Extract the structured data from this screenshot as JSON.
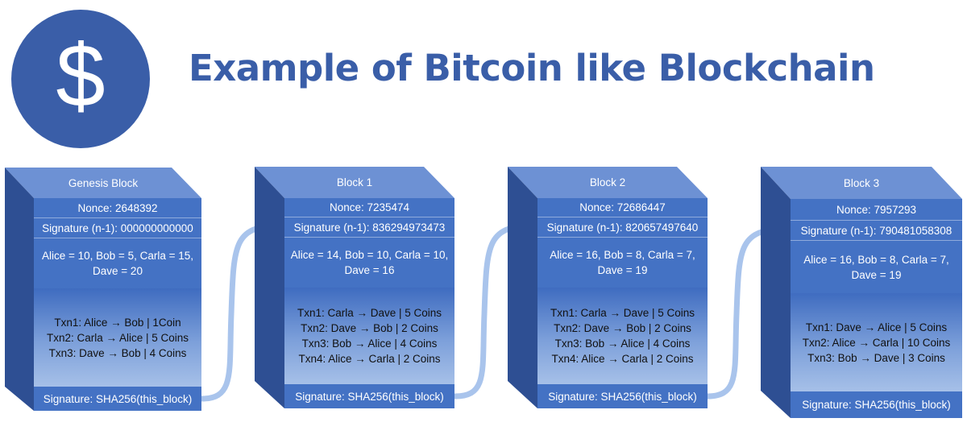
{
  "title": "Example of Bitcoin like Blockchain",
  "logo_symbol": "$",
  "colors": {
    "primary": "#4472c4",
    "title": "#3a5ea8",
    "side": "#2e4f93",
    "top": "#6d91d4",
    "connector": "#a9c4ec"
  },
  "blocks": [
    {
      "name": "Genesis Block",
      "nonce": "Nonce: 2648392",
      "prev_signature": "Signature (n-1): 000000000000",
      "balances": [
        "Alice = 10, Bob = 5, Carla = 15,",
        "Dave = 20"
      ],
      "transactions": [
        "Txn1: Alice → Bob | 1Coin",
        "Txn2: Carla → Alice | 5 Coins",
        "Txn3: Dave → Bob | 4 Coins"
      ],
      "signature": "Signature: SHA256(this_block)"
    },
    {
      "name": "Block 1",
      "nonce": "Nonce: 7235474",
      "prev_signature": "Signature (n-1): 836294973473",
      "balances": [
        "Alice = 14, Bob = 10, Carla = 10,",
        "Dave = 16"
      ],
      "transactions": [
        "Txn1: Carla → Dave | 5 Coins",
        "Txn2: Dave → Bob | 2 Coins",
        "Txn3: Bob → Alice | 4 Coins",
        "Txn4: Alice → Carla | 2 Coins"
      ],
      "signature": "Signature: SHA256(this_block)"
    },
    {
      "name": "Block 2",
      "nonce": "Nonce: 72686447",
      "prev_signature": "Signature (n-1): 820657497640",
      "balances": [
        "Alice = 16, Bob = 8, Carla = 7,",
        "Dave = 19"
      ],
      "transactions": [
        "Txn1: Carla → Dave | 5 Coins",
        "Txn2: Dave → Bob | 2 Coins",
        "Txn3: Bob → Alice | 4 Coins",
        "Txn4: Alice → Carla | 2 Coins"
      ],
      "signature": "Signature: SHA256(this_block)"
    },
    {
      "name": "Block 3",
      "nonce": "Nonce: 7957293",
      "prev_signature": "Signature (n-1): 790481058308",
      "balances": [
        "Alice = 16, Bob = 8, Carla = 7,",
        "Dave = 19"
      ],
      "transactions": [
        "Txn1: Dave → Alice | 5 Coins",
        "Txn2: Alice → Carla | 10 Coins",
        "Txn3: Bob → Dave | 3 Coins"
      ],
      "signature": "Signature: SHA256(this_block)"
    }
  ]
}
